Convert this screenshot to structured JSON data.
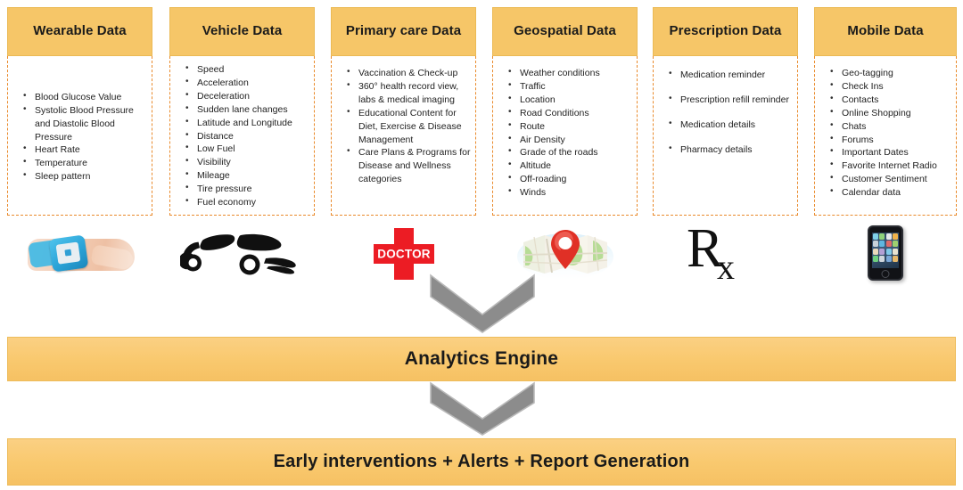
{
  "diagram": {
    "columns": [
      {
        "title": "Wearable Data",
        "icon": "smartwatch-icon",
        "items": [
          "Blood Glucose Value",
          "Systolic Blood Pressure and Diastolic Blood Pressure",
          "Heart Rate",
          "Temperature",
          "Sleep pattern"
        ]
      },
      {
        "title": "Vehicle Data",
        "icon": "car-icon",
        "items": [
          "Speed",
          "Acceleration",
          "Deceleration",
          "Sudden lane changes",
          "Latitude  and Longitude",
          "Distance",
          "Low Fuel",
          "Visibility",
          "Mileage",
          "Tire pressure",
          "Fuel economy"
        ]
      },
      {
        "title": "Primary care Data",
        "icon": "doctor-cross-icon",
        "icon_label": "DOCTOR",
        "items": [
          "Vaccination & Check-up",
          "360° health record view, labs & medical imaging",
          "Educational Content for Diet, Exercise & Disease Management",
          "Care Plans & Programs for Disease and Wellness categories"
        ]
      },
      {
        "title": "Geospatial Data",
        "icon": "map-pin-icon",
        "items": [
          "Weather conditions",
          "Traffic",
          "Location",
          "Road Conditions",
          "Route",
          "Air Density",
          "Grade of the roads",
          "Altitude",
          "Off-roading",
          "Winds"
        ]
      },
      {
        "title": "Prescription Data",
        "icon": "rx-icon",
        "icon_label": "Rх",
        "items": [
          "Medication reminder",
          "Prescription refill reminder",
          "Medication details",
          "Pharmacy details"
        ]
      },
      {
        "title": "Mobile Data",
        "icon": "smartphone-icon",
        "items": [
          "Geo-tagging",
          "Check Ins",
          "Contacts",
          "Online Shopping",
          "Chats",
          "Forums",
          "Important Dates",
          "Favorite Internet Radio",
          "Customer Sentiment",
          "Calendar data"
        ]
      }
    ],
    "analytics_bar": "Analytics Engine",
    "output_bar": "Early interventions + Alerts + Report Generation",
    "arrows": [
      "down-chevron-arrow-top",
      "down-chevron-arrow-bottom"
    ],
    "colors": {
      "header_fill": "#F6C668",
      "bar_fill": "#F9C96F",
      "dashed_border": "#E98A2B",
      "arrow_gray": "#8C8C8C",
      "cross_red": "#EC1C24",
      "watch_blue": "#2BA4D8"
    }
  }
}
